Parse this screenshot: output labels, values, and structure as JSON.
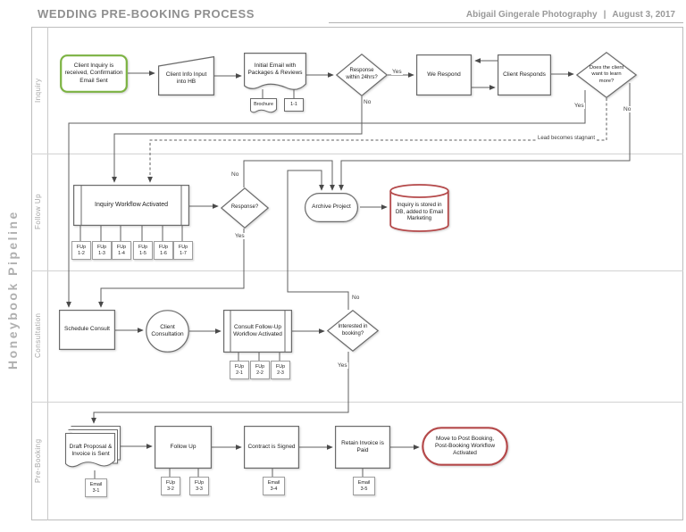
{
  "header": {
    "title": "WEDDING PRE-BOOKING PROCESS",
    "company": "Abigail Gingerale Photography",
    "separator": "|",
    "date": "August 3, 2017"
  },
  "pipeline": {
    "title": "Honeybook Pipeline",
    "lanes": [
      {
        "label": "Inquiry"
      },
      {
        "label": "Follow Up"
      },
      {
        "label": "Consultation"
      },
      {
        "label": "Pre-Booking"
      }
    ]
  },
  "colors": {
    "start_green": "#7cb342",
    "alert_red": "#b5494a",
    "line_gray": "#5f5f5f"
  },
  "nodes": {
    "start": {
      "label": "Client Inquiry is received, Confirmation Email Sent",
      "shape": "rounded-rect"
    },
    "client_info": {
      "label": "Client Info Input into HB",
      "shape": "manual-input"
    },
    "initial_email": {
      "label": "Initial Email with Packages & Reviews",
      "shape": "document"
    },
    "brochure": {
      "label": "Brochure",
      "shape": "document"
    },
    "tag_1_1": {
      "label": "1-1",
      "shape": "rect"
    },
    "response_24": {
      "label": "Response within 24hrs?",
      "shape": "diamond"
    },
    "we_respond": {
      "label": "We Respond",
      "shape": "rect"
    },
    "client_responds": {
      "label": "Client Responds",
      "shape": "rect"
    },
    "learn_more": {
      "label": "Does the client want to learn more?",
      "shape": "diamond"
    },
    "inquiry_workflow": {
      "label": "Inquiry Workflow Activated",
      "shape": "predefined-process"
    },
    "response_q": {
      "label": "Response?",
      "shape": "diamond"
    },
    "archive_project": {
      "label": "Archive Project",
      "shape": "terminator"
    },
    "db_store": {
      "label": "Inquiry is stored in DB, added to Email Marketing",
      "shape": "database"
    },
    "schedule_consult": {
      "label": "Schedule Consult",
      "shape": "rect"
    },
    "client_consultation": {
      "label": "Client Consultation",
      "shape": "circle"
    },
    "consult_workflow": {
      "label": "Consult Follow-Up Workflow Activated",
      "shape": "predefined-process"
    },
    "interested": {
      "label": "Interested in booking?",
      "shape": "diamond"
    },
    "draft_proposal": {
      "label": "Draft Proposal & Invoice is Sent",
      "shape": "multi-document"
    },
    "follow_up": {
      "label": "Follow Up",
      "shape": "rect"
    },
    "contract": {
      "label": "Contract is Signed",
      "shape": "rect"
    },
    "retainer": {
      "label": "Retain Invoice is Paid",
      "shape": "rect"
    },
    "move_post": {
      "label": "Move to Post Booking, Post-Booking Workflow Activated",
      "shape": "terminator"
    }
  },
  "tags": {
    "fup_1_2": {
      "line1": "FUp",
      "line2": "1-2"
    },
    "fup_1_3": {
      "line1": "FUp",
      "line2": "1-3"
    },
    "fup_1_4": {
      "line1": "FUp",
      "line2": "1-4"
    },
    "fup_1_5": {
      "line1": "FUp",
      "line2": "1-5"
    },
    "fup_1_6": {
      "line1": "FUp",
      "line2": "1-6"
    },
    "fup_1_7": {
      "line1": "FUp",
      "line2": "1-7"
    },
    "fup_2_1": {
      "line1": "FUp",
      "line2": "2-1"
    },
    "fup_2_2": {
      "line1": "FUp",
      "line2": "2-2"
    },
    "fup_2_3": {
      "line1": "FUp",
      "line2": "2-3"
    },
    "email_3_1": {
      "line1": "Email",
      "line2": "3-1"
    },
    "fup_3_2": {
      "line1": "FUp",
      "line2": "3-2"
    },
    "fup_3_3": {
      "line1": "FUp",
      "line2": "3-3"
    },
    "email_3_4": {
      "line1": "Email",
      "line2": "3-4"
    },
    "email_3_5": {
      "line1": "Email",
      "line2": "3-5"
    }
  },
  "edge_labels": {
    "resp24_yes": "Yes",
    "resp24_no": "No",
    "learn_yes": "Yes",
    "learn_no": "No",
    "stagnant": "Lead becomes stagnant",
    "respq_no": "No",
    "respq_yes": "Yes",
    "interested_no": "No",
    "interested_yes": "Yes"
  },
  "edges": [
    {
      "from": "start",
      "to": "client_info"
    },
    {
      "from": "client_info",
      "to": "initial_email"
    },
    {
      "from": "initial_email",
      "to": "response_24"
    },
    {
      "from": "initial_email",
      "to": "brochure"
    },
    {
      "from": "initial_email",
      "to": "tag_1_1"
    },
    {
      "from": "response_24",
      "to": "we_respond",
      "label": "Yes"
    },
    {
      "from": "response_24",
      "to": "inquiry_workflow",
      "label": "No"
    },
    {
      "from": "we_respond",
      "to": "client_responds"
    },
    {
      "from": "client_responds",
      "to": "we_respond"
    },
    {
      "from": "client_responds",
      "to": "learn_more"
    },
    {
      "from": "learn_more",
      "to": "schedule_consult",
      "label": "Yes"
    },
    {
      "from": "learn_more",
      "to": "archive_project",
      "label": "No"
    },
    {
      "from": "learn_more",
      "to": "inquiry_workflow",
      "label": "Lead becomes stagnant",
      "style": "dashed"
    },
    {
      "from": "inquiry_workflow",
      "to": "response_q"
    },
    {
      "from": "inquiry_workflow",
      "to": "fup_1_2"
    },
    {
      "from": "inquiry_workflow",
      "to": "fup_1_3"
    },
    {
      "from": "inquiry_workflow",
      "to": "fup_1_4"
    },
    {
      "from": "inquiry_workflow",
      "to": "fup_1_5"
    },
    {
      "from": "inquiry_workflow",
      "to": "fup_1_6"
    },
    {
      "from": "inquiry_workflow",
      "to": "fup_1_7"
    },
    {
      "from": "response_q",
      "to": "archive_project",
      "label": "No"
    },
    {
      "from": "response_q",
      "to": "schedule_consult",
      "label": "Yes"
    },
    {
      "from": "archive_project",
      "to": "db_store"
    },
    {
      "from": "schedule_consult",
      "to": "client_consultation"
    },
    {
      "from": "client_consultation",
      "to": "consult_workflow"
    },
    {
      "from": "consult_workflow",
      "to": "interested"
    },
    {
      "from": "consult_workflow",
      "to": "fup_2_1"
    },
    {
      "from": "consult_workflow",
      "to": "fup_2_2"
    },
    {
      "from": "consult_workflow",
      "to": "fup_2_3"
    },
    {
      "from": "interested",
      "to": "archive_project",
      "label": "No"
    },
    {
      "from": "interested",
      "to": "draft_proposal",
      "label": "Yes"
    },
    {
      "from": "draft_proposal",
      "to": "follow_up"
    },
    {
      "from": "draft_proposal",
      "to": "email_3_1"
    },
    {
      "from": "follow_up",
      "to": "contract"
    },
    {
      "from": "follow_up",
      "to": "fup_3_2"
    },
    {
      "from": "follow_up",
      "to": "fup_3_3"
    },
    {
      "from": "contract",
      "to": "retainer"
    },
    {
      "from": "contract",
      "to": "email_3_4"
    },
    {
      "from": "retainer",
      "to": "move_post"
    },
    {
      "from": "retainer",
      "to": "email_3_5"
    }
  ]
}
